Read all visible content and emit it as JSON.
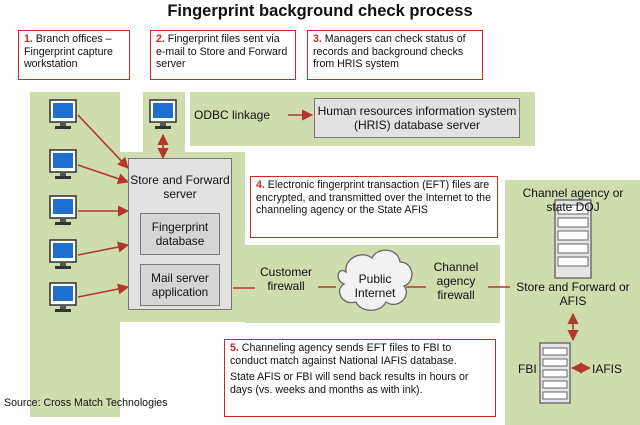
{
  "title": "Fingerprint background check process",
  "notes": {
    "n1": {
      "num": "1.",
      "text": "Branch offices – Fingerprint capture workstation"
    },
    "n2": {
      "num": "2.",
      "text": "Fingerprint files sent via e-mail to Store and Forward server"
    },
    "n3": {
      "num": "3.",
      "text": "Managers can check status of records and background checks from HRIS system"
    },
    "n4": {
      "num": "4.",
      "text": "Electronic fingerprint transaction (EFT) files are encrypted, and transmitted over the Internet to the channeling agency or the State AFIS"
    },
    "n5": {
      "num": "5.",
      "text": "Channeling agency sends EFT files to FBI to conduct match against National IAFIS database.",
      "text2": "State AFIS or FBI will send back results in hours or days (vs. weeks and months as with ink)."
    }
  },
  "odbc_label": "ODBC linkage",
  "hris_server": "Human resources information system (HRIS) database server",
  "store_forward": {
    "title": "Store and Forward server",
    "fingerprint_db": "Fingerprint database",
    "mail_server": "Mail server application"
  },
  "customer_firewall": "Customer firewall",
  "internet": "Public Internet",
  "channel_firewall": "Channel agency firewall",
  "channel_agency": {
    "title": "Channel agency or state DOJ",
    "store_forward": "Store and Forward or AFIS",
    "fbi": "FBI",
    "iafis": "IAFIS"
  },
  "source": "Source: Cross Match Technologies",
  "colors": {
    "panel": "#cfdcae",
    "note_border": "#cc2a1e",
    "wire": "#b3372c",
    "monitor_screen": "#1f6fd1"
  }
}
